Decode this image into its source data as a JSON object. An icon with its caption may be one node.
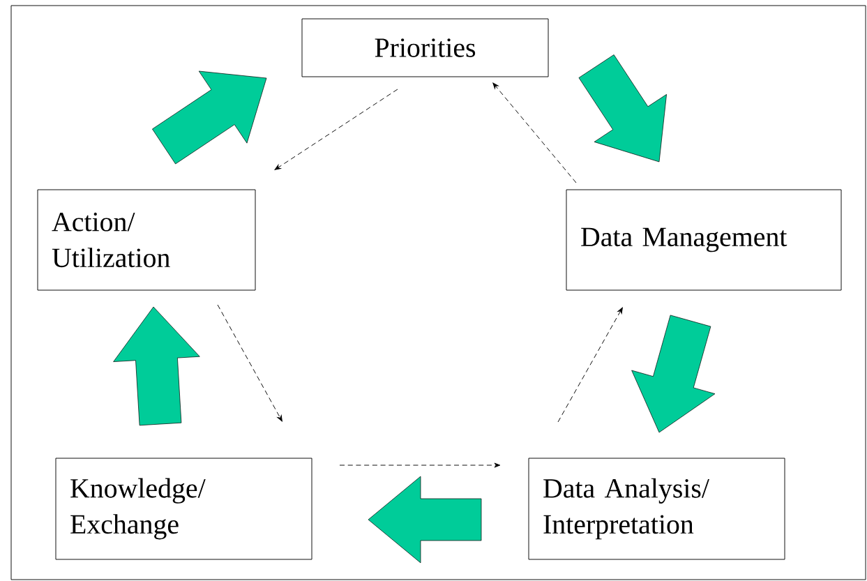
{
  "diagram": {
    "nodes": [
      {
        "text": [
          "Priorities"
        ]
      },
      {
        "text": [
          "Action/ Utilization"
        ]
      },
      {
        "text": [
          "Data Management"
        ]
      },
      {
        "text": [
          "Knowledge/ Exchange"
        ]
      },
      {
        "text": [
          "Data Analysis/ Interpretation"
        ]
      }
    ],
    "edges": [
      {
        "from": 0,
        "to": 2,
        "arrow": "to",
        "style": "thick",
        "color": "#00cc99"
      },
      {
        "from": 2,
        "to": 4,
        "arrow": "to",
        "style": "thick",
        "color": "#00cc99"
      },
      {
        "from": 4,
        "to": 3,
        "arrow": "to",
        "style": "thick",
        "color": "#00cc99"
      },
      {
        "from": 3,
        "to": 1,
        "arrow": "to",
        "style": "thick",
        "color": "#00cc99"
      },
      {
        "from": 1,
        "to": 0,
        "arrow": "to",
        "style": "thick",
        "color": "#00cc99"
      },
      {
        "from": 0,
        "to": 1,
        "arrow": "to",
        "style": "dashed"
      },
      {
        "from": 1,
        "to": 3,
        "arrow": "to",
        "style": "dashed"
      },
      {
        "from": 3,
        "to": 4,
        "arrow": "to",
        "style": "dashed"
      },
      {
        "from": 4,
        "to": 2,
        "arrow": "to",
        "style": "dashed"
      },
      {
        "from": 2,
        "to": 0,
        "arrow": "to",
        "style": "dashed"
      }
    ]
  }
}
